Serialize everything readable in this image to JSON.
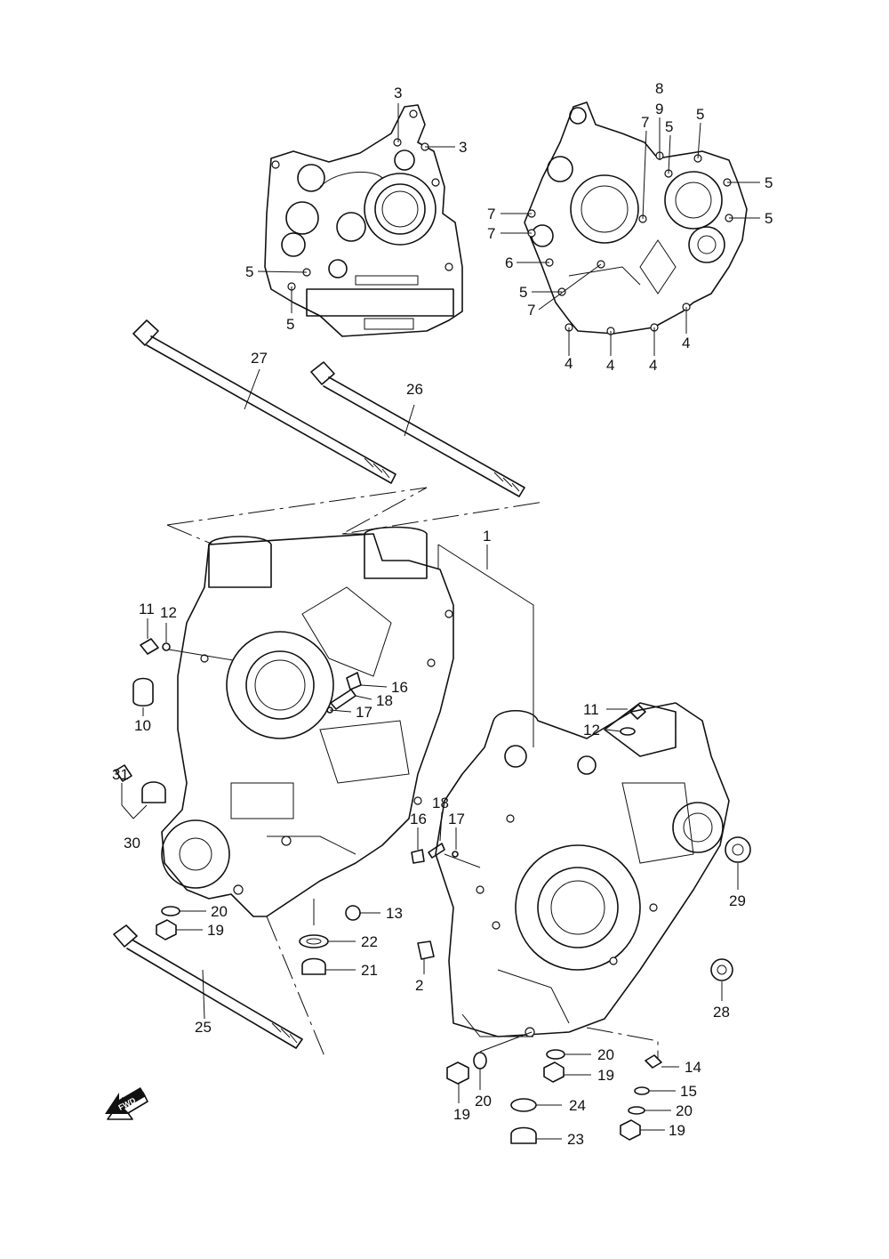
{
  "callouts": {
    "c1": "1",
    "c2": "2",
    "c3a": "3",
    "c3b": "3",
    "c4a": "4",
    "c4b": "4",
    "c4c": "4",
    "c4d": "4",
    "c5a": "5",
    "c5b": "5",
    "c5c": "5",
    "c5d": "5",
    "c5e": "5",
    "c5f": "5",
    "c5g": "5",
    "c6": "6",
    "c7a": "7",
    "c7b": "7",
    "c7c": "7",
    "c7d": "7",
    "c8": "8",
    "c9": "9",
    "c10": "10",
    "c11a": "11",
    "c11b": "11",
    "c12a": "12",
    "c12b": "12",
    "c13": "13",
    "c14": "14",
    "c15": "15",
    "c16a": "16",
    "c16b": "16",
    "c17a": "17",
    "c17b": "17",
    "c18a": "18",
    "c18b": "18",
    "c19a": "19",
    "c19b": "19",
    "c19c": "19",
    "c19d": "19",
    "c20a": "20",
    "c20b": "20",
    "c20c": "20",
    "c20d": "20",
    "c21": "21",
    "c22": "22",
    "c23": "23",
    "c24": "24",
    "c25": "25",
    "c26": "26",
    "c27": "27",
    "c28": "28",
    "c29": "29",
    "c30": "30",
    "c31": "31"
  },
  "fwd_label": "FWD",
  "icons": {
    "forward-arrow": "forward-arrow-icon"
  }
}
